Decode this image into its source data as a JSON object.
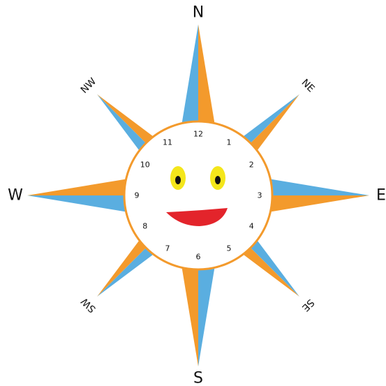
{
  "colors": {
    "orange": "#f39a2c",
    "blue": "#5aaee0",
    "clock_border": "#f39a2c",
    "eye_yellow": "#f4e61b",
    "pupil": "#111111",
    "mouth": "#e3242b",
    "text": "#111111",
    "background": "#ffffff"
  },
  "directions": [
    {
      "key": "N",
      "label": "N"
    },
    {
      "key": "NE",
      "label": "NE"
    },
    {
      "key": "E",
      "label": "E"
    },
    {
      "key": "SE",
      "label": "SE"
    },
    {
      "key": "S",
      "label": "S"
    },
    {
      "key": "SW",
      "label": "SW"
    },
    {
      "key": "W",
      "label": "W"
    },
    {
      "key": "NW",
      "label": "NW"
    }
  ],
  "clock_numbers": [
    "12",
    "1",
    "2",
    "3",
    "4",
    "5",
    "6",
    "7",
    "8",
    "9",
    "10",
    "11"
  ],
  "face": {
    "eyes": "yellow oval eyes with black pupils",
    "mouth": "red smile"
  }
}
